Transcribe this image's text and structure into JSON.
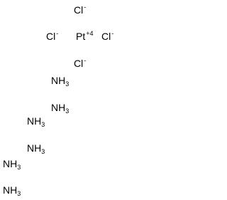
{
  "species": [
    {
      "symbol": "Cl",
      "charge": "-",
      "subscript": ""
    },
    {
      "symbol": "Cl",
      "charge": "-",
      "subscript": ""
    },
    {
      "symbol": "Pt",
      "charge": "+4",
      "subscript": ""
    },
    {
      "symbol": "Cl",
      "charge": "-",
      "subscript": ""
    },
    {
      "symbol": "Cl",
      "charge": "-",
      "subscript": ""
    },
    {
      "symbol": "NH",
      "charge": "",
      "subscript": "3"
    },
    {
      "symbol": "NH",
      "charge": "",
      "subscript": "3"
    },
    {
      "symbol": "NH",
      "charge": "",
      "subscript": "3"
    },
    {
      "symbol": "NH",
      "charge": "",
      "subscript": "3"
    },
    {
      "symbol": "NH",
      "charge": "",
      "subscript": "3"
    },
    {
      "symbol": "NH",
      "charge": "",
      "subscript": "3"
    }
  ]
}
